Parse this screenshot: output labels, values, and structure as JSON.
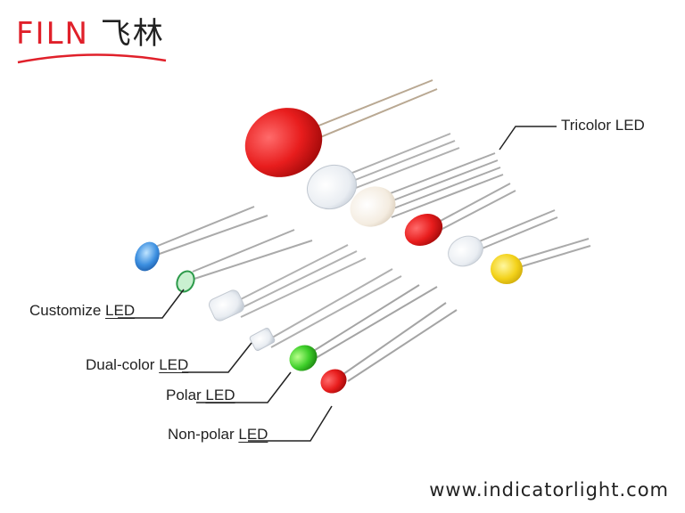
{
  "brand": {
    "name_latin": "FILN",
    "name_cn": "飞林",
    "accent_color": "#e0202a"
  },
  "labels": {
    "tricolor": {
      "prefix": "Tricolor ",
      "suffix": "LED"
    },
    "customize": {
      "prefix": "Customize ",
      "suffix": "LED"
    },
    "dual_color": {
      "prefix": "Dual-color ",
      "suffix": "LED"
    },
    "polar": {
      "prefix": "Polar ",
      "suffix": "LED"
    },
    "non_polar": {
      "prefix": "Non-polar ",
      "suffix": "LED"
    }
  },
  "footer": {
    "website": "www.indicatorlight.com"
  }
}
